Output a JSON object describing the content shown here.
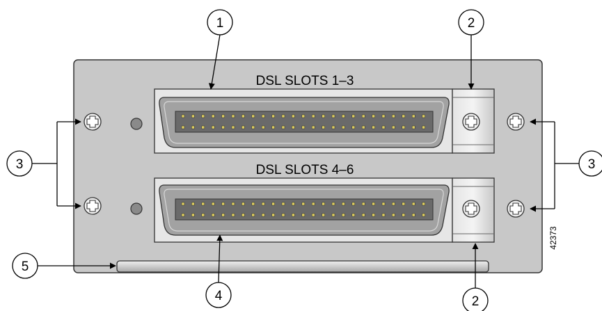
{
  "slot_labels": {
    "top": "DSL SLOTS 1–3",
    "bottom": "DSL SLOTS 4–6"
  },
  "callouts": {
    "c1": "1",
    "c2_top": "2",
    "c2_bottom": "2",
    "c3_left": "3",
    "c3_right": "3",
    "c4": "4",
    "c5": "5"
  },
  "figure_id": "42373",
  "icons": [
    "screw-icon",
    "led-indicator"
  ],
  "colors": {
    "panel": "#c8c8c8",
    "connector": "#9a9a9a",
    "pin_area": "#666666",
    "pin": "#e0d060"
  }
}
